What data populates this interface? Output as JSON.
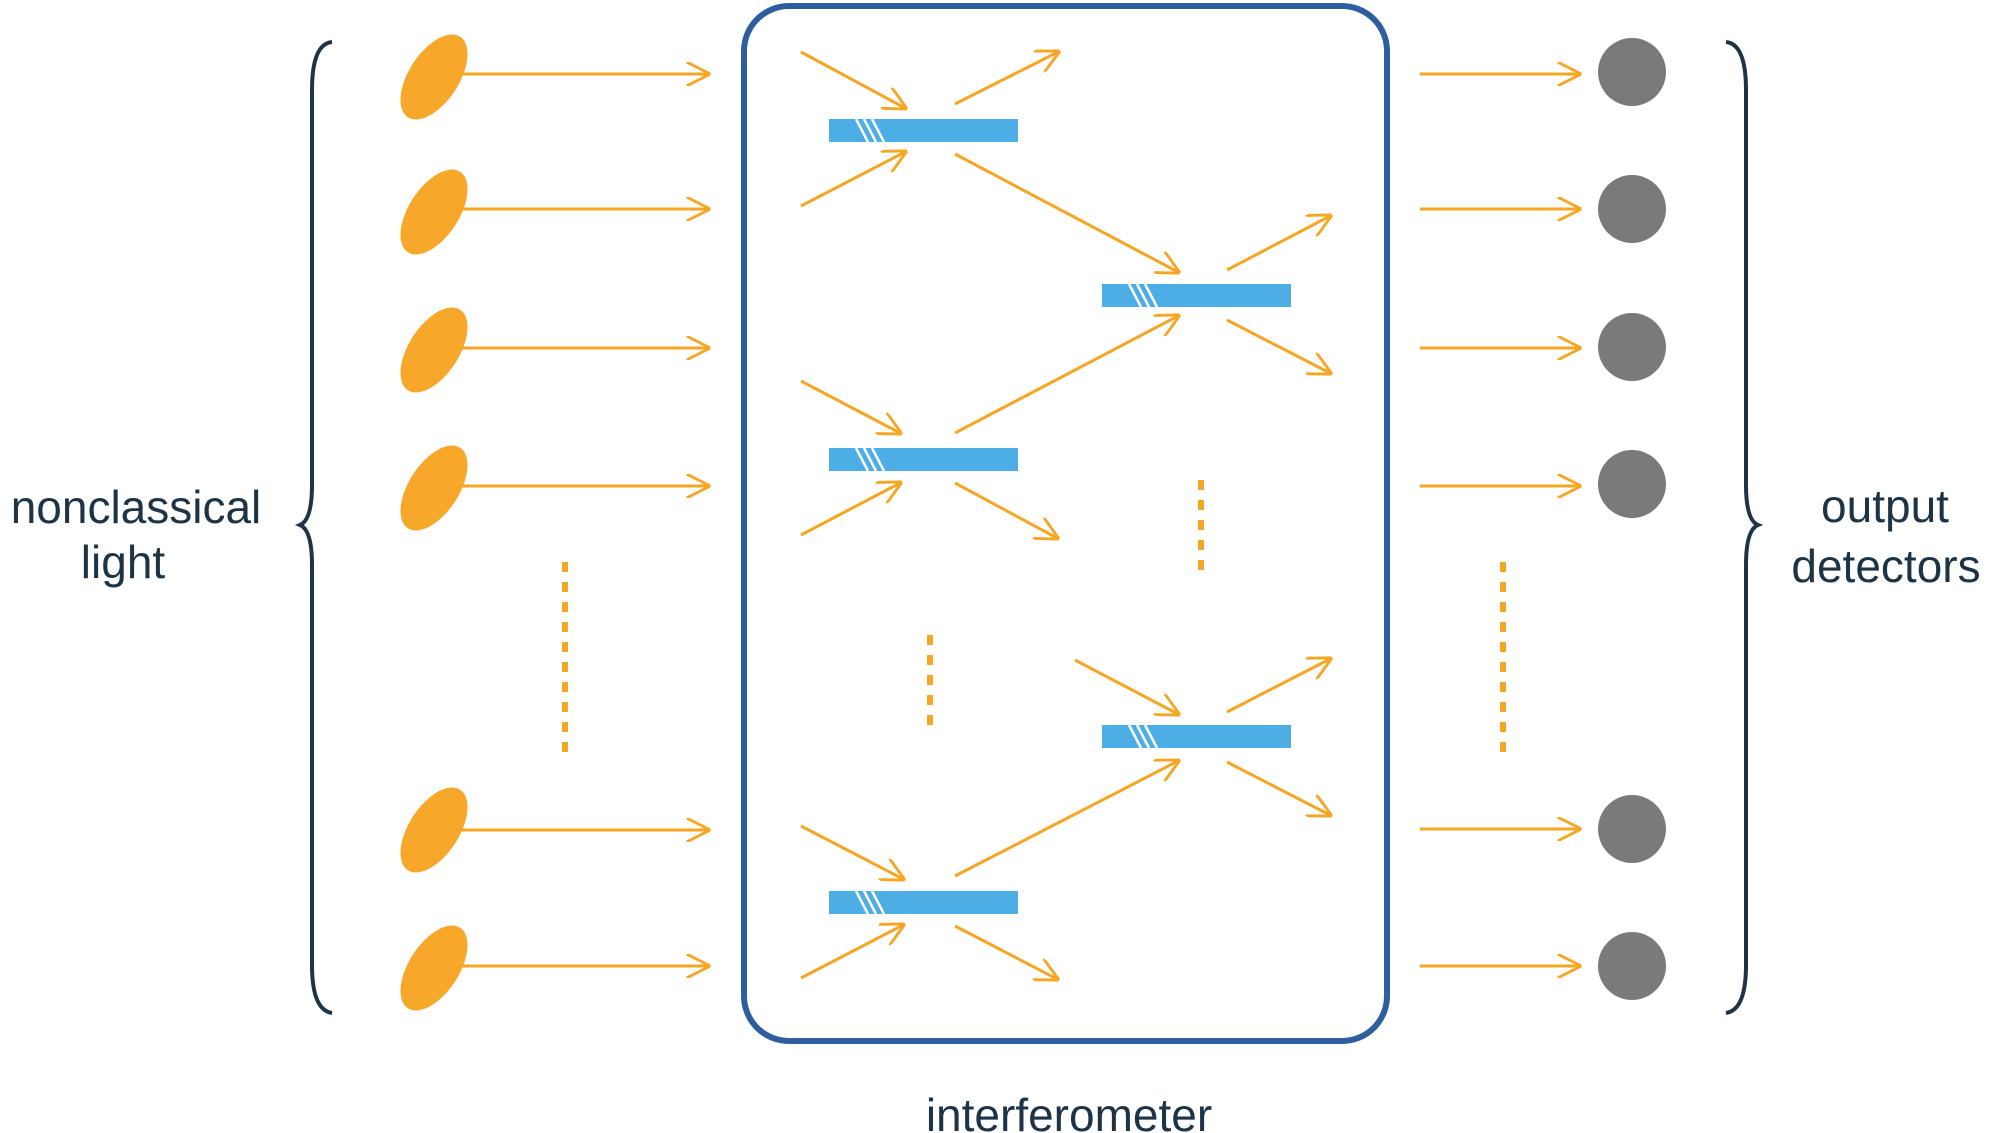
{
  "labels": {
    "left_line1": "nonclassical",
    "left_line2": "light",
    "right_line1": "output",
    "right_line2": "detectors",
    "bottom": "interferometer"
  },
  "colors": {
    "light_source": "#f7a82a",
    "beam": "#f5a623",
    "beam_splitter": "#4daee6",
    "interferometer_border": "#2f5e9e",
    "detector": "#7a7a7a",
    "brace": "#1d3346",
    "text": "#1d3346"
  },
  "counts": {
    "sources_shown": 6,
    "detectors_shown": 6,
    "beam_splitters_shown": 5
  }
}
